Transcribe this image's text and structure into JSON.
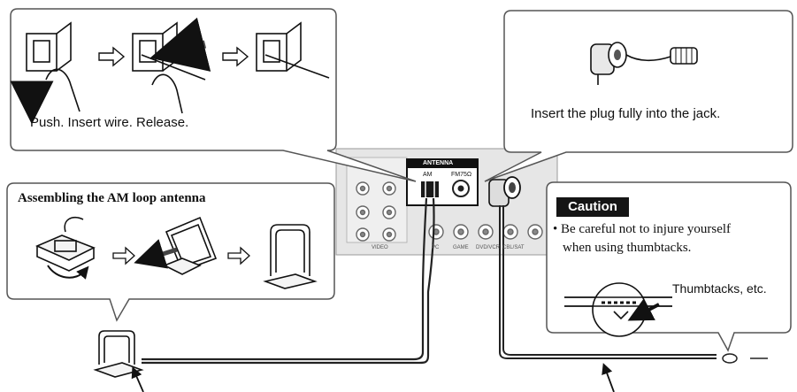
{
  "callouts": {
    "push_wire": {
      "caption": "Push. Insert wire. Release."
    },
    "plug": {
      "caption": "Insert the plug fully into the jack."
    },
    "am_loop": {
      "title": "Assembling the AM loop antenna"
    },
    "caution": {
      "tag": "Caution",
      "line1": "• Be careful not to injure yourself",
      "line2": "when using thumbtacks.",
      "thumbtacks_label": "Thumbtacks, etc."
    }
  },
  "receiver_panel": {
    "antenna_header": "ANTENNA",
    "am_label": "AM",
    "fm_label": "FM75Ω",
    "video_label": "VIDEO",
    "jack_labels": [
      "PC",
      "GAME",
      "DVD/VCR",
      "CBL/SAT"
    ]
  },
  "icons": [
    "push-arrow-icon",
    "wire-insert-arrow-icon",
    "step-arrow-icon",
    "rotate-arrow-icon",
    "pointer-arrow-icon"
  ],
  "colors": {
    "line": "#222222",
    "panel": "#e6e6e6",
    "tag_bg": "#151515"
  }
}
